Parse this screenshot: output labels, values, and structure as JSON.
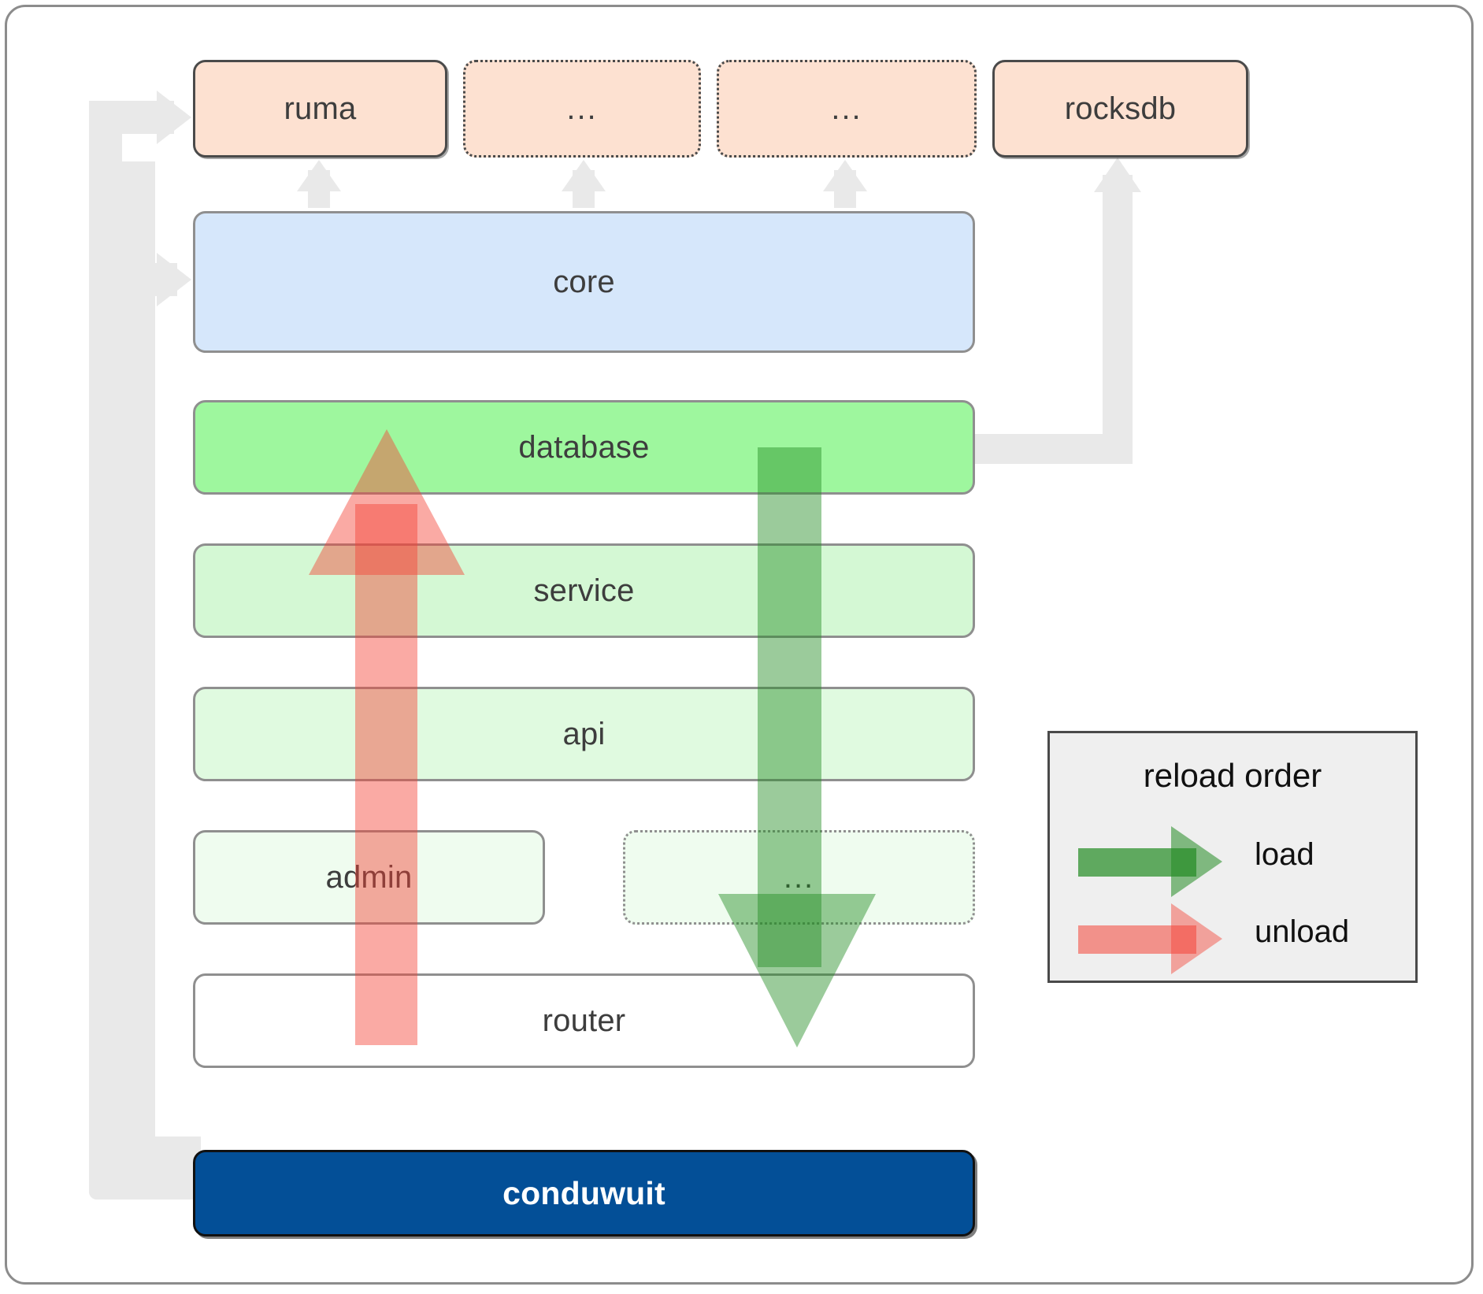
{
  "diagram": {
    "title": "conduwuit crate dependency / reload order diagram",
    "colors": {
      "dependency_fill": "#fde1d1",
      "core_fill": "#d6e7fb",
      "database_fill": "#9ef79e",
      "service_fill": "#d4f8d4",
      "api_fill": "#e0fae0",
      "admin_fill": "#effcef",
      "router_fill": "#ffffff",
      "brand_fill": "#034f97",
      "connector_gray": "#e9e9e9",
      "load_green": "#5aab5a",
      "unload_red": "#f98080",
      "legend_bg": "#efefef"
    },
    "dependencies": [
      {
        "id": "ruma",
        "label": "ruma",
        "style": "solid"
      },
      {
        "id": "dep-2",
        "label": "...",
        "style": "dotted"
      },
      {
        "id": "dep-3",
        "label": "...",
        "style": "dotted"
      },
      {
        "id": "rocksdb",
        "label": "rocksdb",
        "style": "solid"
      }
    ],
    "layers": [
      {
        "id": "core",
        "label": "core"
      },
      {
        "id": "database",
        "label": "database"
      },
      {
        "id": "service",
        "label": "service"
      },
      {
        "id": "api",
        "label": "api"
      },
      {
        "id": "admin",
        "label": "admin"
      },
      {
        "id": "extra",
        "label": "..."
      },
      {
        "id": "router",
        "label": "router"
      }
    ],
    "brand": {
      "label": "conduwuit"
    },
    "legend": {
      "title": "reload order",
      "entries": [
        {
          "id": "load",
          "label": "load"
        },
        {
          "id": "unload",
          "label": "unload"
        }
      ]
    }
  }
}
